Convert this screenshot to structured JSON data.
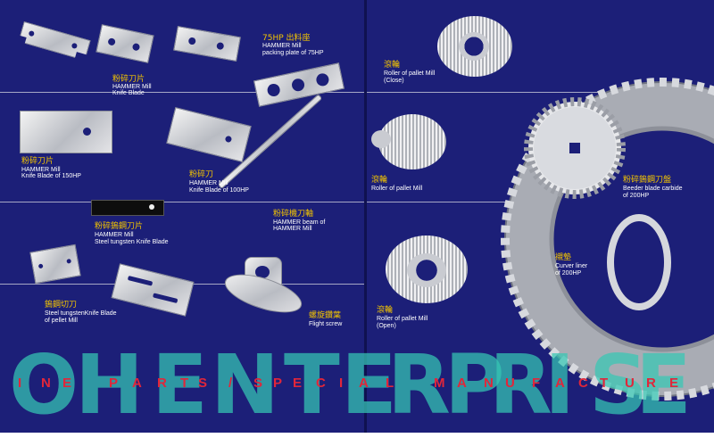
{
  "colors": {
    "background": "#1c1f78",
    "accent_yellow": "#f3c400",
    "label_white": "#ffffff",
    "brand_teal": "#36c7b4",
    "tagline_red": "#e1263a",
    "metal": "#c8cad0"
  },
  "brand": {
    "word": "OHENTERPRISE",
    "letters": [
      "O",
      "H",
      "E",
      "N",
      "T",
      "E",
      "R",
      "P",
      "R",
      "I",
      "S",
      "E"
    ]
  },
  "tagline": {
    "text": "INE PARTS/SPECIAL MANUFACTURE",
    "characters": [
      "I",
      "N",
      "E",
      "P",
      "A",
      "R",
      "T",
      "S",
      "/",
      "S",
      "P",
      "E",
      "C",
      "I",
      "A",
      "L",
      "M",
      "A",
      "N",
      "U",
      "F",
      "A",
      "C",
      "T",
      "U",
      "R",
      "E"
    ]
  },
  "labels": [
    {
      "zh": "粉碎刀片",
      "en": [
        "HAMMER Mill",
        "Knife Blade"
      ]
    },
    {
      "zh": "75HP 出料座",
      "en": [
        "HAMMER Mill",
        "packing plate of 75HP"
      ]
    },
    {
      "zh": "粉碎刀片",
      "en": [
        "HAMMER Mill",
        "Knife Blade of 150HP"
      ]
    },
    {
      "zh": "粉碎刀",
      "en": [
        "HAMMER Mill",
        "Knife Blade of 100HP"
      ]
    },
    {
      "zh": "粉碎機刀軸",
      "en": [
        "HAMMER beam of",
        "HAMMER Mill"
      ]
    },
    {
      "zh": "粉碎鎢鋼刀片",
      "en": [
        "HAMMER Mill",
        "Steel tungsten Knife Blade"
      ]
    },
    {
      "zh": "鎢鋼切刀",
      "en": [
        "Steel tungstenKnife Blade",
        "of pellet Mill"
      ]
    },
    {
      "zh": "螺旋鑽葉",
      "en": [
        "Flight screw"
      ]
    },
    {
      "zh": "滾輪",
      "en": [
        "Roller of pallet Mill",
        "(Close)"
      ]
    },
    {
      "zh": "滾輪",
      "en": [
        "Roller of pallet Mill"
      ]
    },
    {
      "zh": "滾輪",
      "en": [
        "Roller of pallet Mill",
        "(Open)"
      ]
    },
    {
      "zh": "粉碎鎢鋼刀盤",
      "en": [
        "Beeder blade carbide",
        "of 200HP"
      ]
    },
    {
      "zh": "襯墊",
      "en": [
        "Curver liner",
        "of 200HP"
      ]
    }
  ]
}
